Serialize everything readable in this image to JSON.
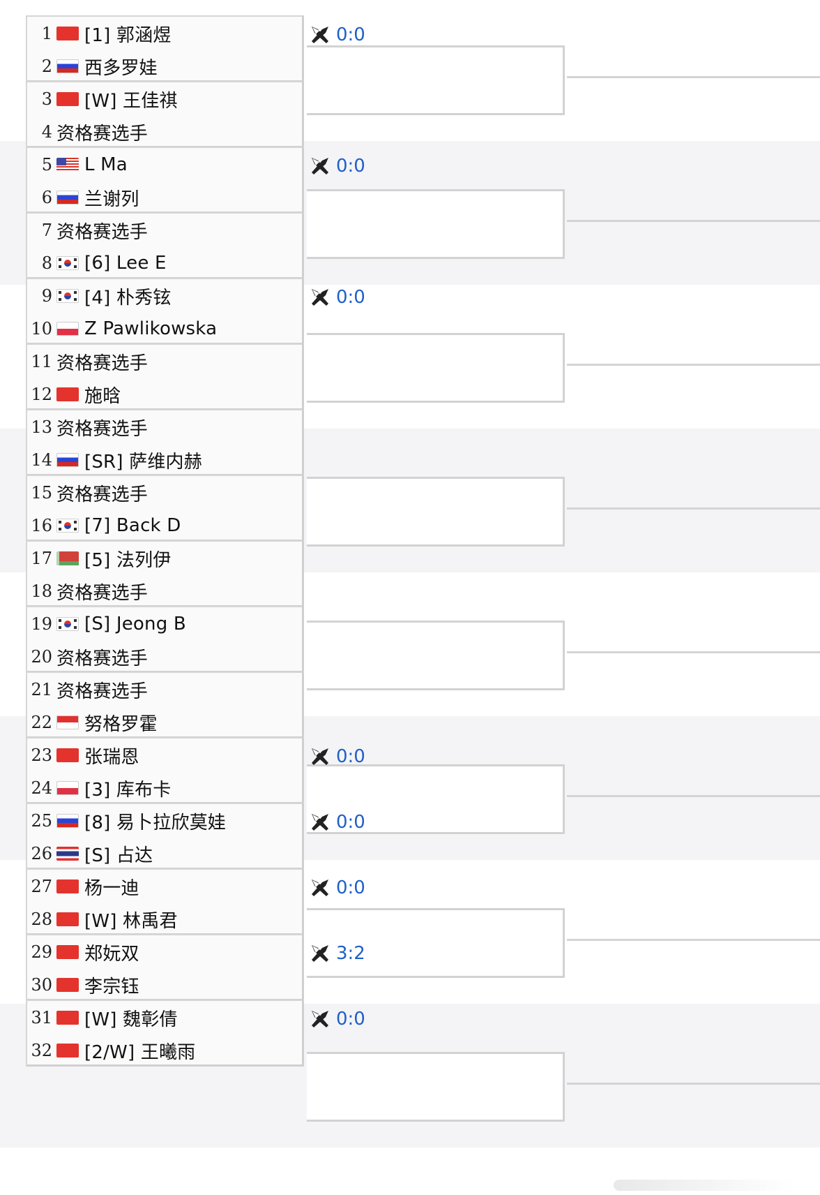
{
  "players": [
    {
      "seed": "1",
      "flag": "cn",
      "name": "[1] 郭涵煜"
    },
    {
      "seed": "2",
      "flag": "ru",
      "name": "西多罗娃"
    },
    {
      "seed": "3",
      "flag": "cn",
      "name": "[W] 王佳祺"
    },
    {
      "seed": "4",
      "flag": "",
      "name": "资格赛选手"
    },
    {
      "seed": "5",
      "flag": "us",
      "name": "L Ma"
    },
    {
      "seed": "6",
      "flag": "ru",
      "name": "兰谢列"
    },
    {
      "seed": "7",
      "flag": "",
      "name": "资格赛选手"
    },
    {
      "seed": "8",
      "flag": "kr",
      "name": "[6] Lee E"
    },
    {
      "seed": "9",
      "flag": "kr",
      "name": "[4] 朴秀铉"
    },
    {
      "seed": "10",
      "flag": "pl",
      "name": "Z Pawlikowska"
    },
    {
      "seed": "11",
      "flag": "",
      "name": "资格赛选手"
    },
    {
      "seed": "12",
      "flag": "cn",
      "name": "施晗"
    },
    {
      "seed": "13",
      "flag": "",
      "name": "资格赛选手"
    },
    {
      "seed": "14",
      "flag": "ru",
      "name": "[SR] 萨维内赫"
    },
    {
      "seed": "15",
      "flag": "",
      "name": "资格赛选手"
    },
    {
      "seed": "16",
      "flag": "kr",
      "name": "[7] Back D"
    },
    {
      "seed": "17",
      "flag": "by",
      "name": "[5] 法列伊"
    },
    {
      "seed": "18",
      "flag": "",
      "name": "资格赛选手"
    },
    {
      "seed": "19",
      "flag": "kr",
      "name": "[S] Jeong B"
    },
    {
      "seed": "20",
      "flag": "",
      "name": "资格赛选手"
    },
    {
      "seed": "21",
      "flag": "",
      "name": "资格赛选手"
    },
    {
      "seed": "22",
      "flag": "id",
      "name": "努格罗霍"
    },
    {
      "seed": "23",
      "flag": "cn",
      "name": "张瑞恩"
    },
    {
      "seed": "24",
      "flag": "pl",
      "name": "[3] 库布卡"
    },
    {
      "seed": "25",
      "flag": "ru",
      "name": "[8] 易卜拉欣莫娃"
    },
    {
      "seed": "26",
      "flag": "th",
      "name": "[S] 占达"
    },
    {
      "seed": "27",
      "flag": "cn",
      "name": "杨一迪"
    },
    {
      "seed": "28",
      "flag": "cn",
      "name": "[W] 林禹君"
    },
    {
      "seed": "29",
      "flag": "cn",
      "name": "郑妧双"
    },
    {
      "seed": "30",
      "flag": "cn",
      "name": "李宗钰"
    },
    {
      "seed": "31",
      "flag": "cn",
      "name": "[W] 魏彰倩"
    },
    {
      "seed": "32",
      "flag": "cn",
      "name": "[2/W] 王曦雨"
    }
  ],
  "scores": [
    {
      "match": 1,
      "text": "0:0"
    },
    {
      "match": 3,
      "text": "0:0"
    },
    {
      "match": 5,
      "text": "0:0"
    },
    {
      "match": 12,
      "text": "0:0"
    },
    {
      "match": 13,
      "text": "0:0"
    },
    {
      "match": 14,
      "text": "0:0"
    },
    {
      "match": 15,
      "text": "3:2"
    },
    {
      "match": 16,
      "text": "0:0"
    }
  ],
  "colors": {
    "score_text": "#2060c8",
    "band_alt": "#f4f4f6",
    "border": "#d2d2d2"
  },
  "icons": {
    "score": "crossed-rackets-icon"
  }
}
